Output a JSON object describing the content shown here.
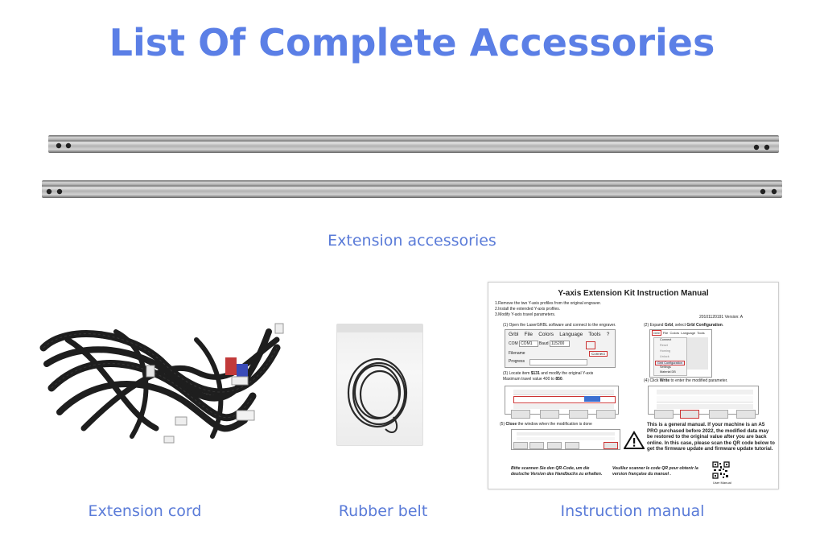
{
  "page": {
    "title": "List Of Complete Accessories",
    "captions": {
      "extension_accessories": "Extension accessories",
      "extension_cord": "Extension cord",
      "rubber_belt": "Rubber belt",
      "instruction_manual": "Instruction manual"
    }
  },
  "manual": {
    "title": "Y-axis Extension Kit Instruction Manual",
    "intro": [
      "1.Remove the two Y-axis profiles from the original engraver.",
      "2.Install the extended Y-axis profiles.",
      "3.Modify Y-axis travel parameters."
    ],
    "version": "20101120191 Version: A",
    "step1": "(1) Open the LaserGRBL software and connect to the engraver.",
    "step2_prefix": "(2) Expand ",
    "step2_grbl": "Grbl",
    "step2_mid": ", select ",
    "step2_config": "Grbl Configuration",
    "step2_suffix": ".",
    "step3_a": "(3) Locate item ",
    "step3_item": "$131",
    "step3_b": " and modify the original Y-axis",
    "step3_c": "Maximum travel value 400 to ",
    "step3_val": "850",
    "step3_d": ".",
    "step4_a": "(4) Click ",
    "step4_write": "Write",
    "step4_b": " to enter the modified parameter.",
    "step5_a": "(5) ",
    "step5_close": "Close",
    "step5_b": " the window when the modification is done",
    "software_menu": {
      "grbl": "Grbl",
      "file": "File",
      "colors": "Colors",
      "language": "Language",
      "tools": "Tools",
      "help": "?",
      "com_label": "COM",
      "com_value": "COM1",
      "baud_label": "Baud",
      "baud_value": "115200",
      "filename_label": "Filename",
      "progress_label": "Progress",
      "connect_tooltip": "Connect"
    },
    "dropdown": {
      "menu_grbl": "Grbl",
      "menu_file": "File",
      "menu_colors": "Colors",
      "menu_language": "Language",
      "menu_tools": "Tools",
      "items": [
        "Connect",
        "Reset",
        "Homing",
        "Unlock",
        "Grbl Configuration",
        "Settings",
        "Material DB"
      ]
    },
    "warning_text": "This is a general manual. If your machine is an A5 PRO purchased before 2022, the modified data may be restored to the original value after you are back online. In this case, please scan the QR code below to get the firmware update and firmware update tutorial.",
    "german_text": "Bitte scannen Sie den QR-Code, um die deutsche Version des Handbuchs zu erhalten.",
    "french_text": "Veuillez scanner le code QR pour obtenir la version française du manuel .",
    "qr_caption": "User Manual"
  },
  "colors": {
    "accent": "#5b7fe6",
    "caption": "#5a7bd8"
  }
}
